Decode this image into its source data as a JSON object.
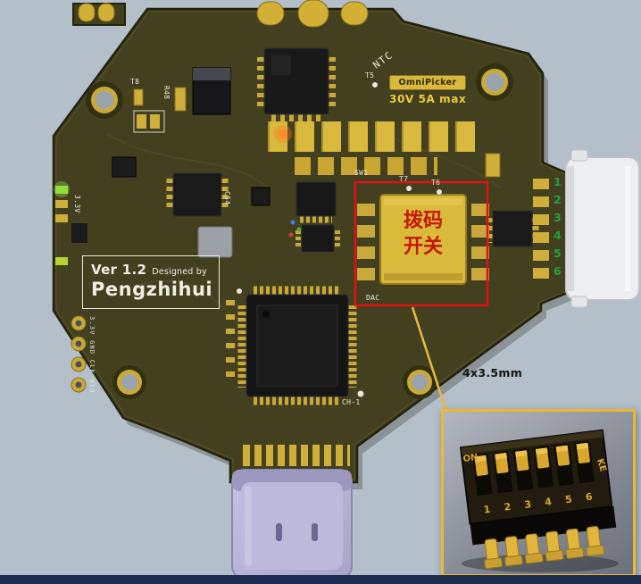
{
  "scene": {
    "background_color": "#b3bfc9",
    "bottom_bar_color": "#1c2b50",
    "board_color": "#42401f",
    "gold_color": "#cfae39"
  },
  "board": {
    "labels": {
      "t8": "T8",
      "r48": "R48",
      "c54": "C54",
      "v33": "3.3V",
      "sw1": "SW1",
      "t7": "T7",
      "t6": "T6",
      "t5": "T5",
      "ntc": "NTC",
      "dac": "DAC",
      "ch1": "CH-1",
      "debug_header": "3.3V GND CLK DIO"
    },
    "version_box": {
      "version": "Ver 1.2",
      "designed_by": "Designed by",
      "author": "Pengzhihui"
    },
    "badge": {
      "brand": "OmniPicker",
      "rating": "30V 5A max"
    },
    "right_connector": {
      "pins": [
        "1",
        "2",
        "3",
        "4",
        "5",
        "6"
      ],
      "pin_number_color": "#21a33b"
    }
  },
  "annotation": {
    "dip_switch_label_line1": "拨码",
    "dip_switch_label_line2": "开关",
    "hole_size_note": "4x3.5mm",
    "box_color": "#e01212",
    "leader_color": "#eaba3c"
  },
  "inset": {
    "on_label": "ON",
    "brand_label": "KE",
    "switch_numbers": [
      "1",
      "2",
      "3",
      "4",
      "5",
      "6"
    ],
    "border_color": "#ecb82f"
  }
}
